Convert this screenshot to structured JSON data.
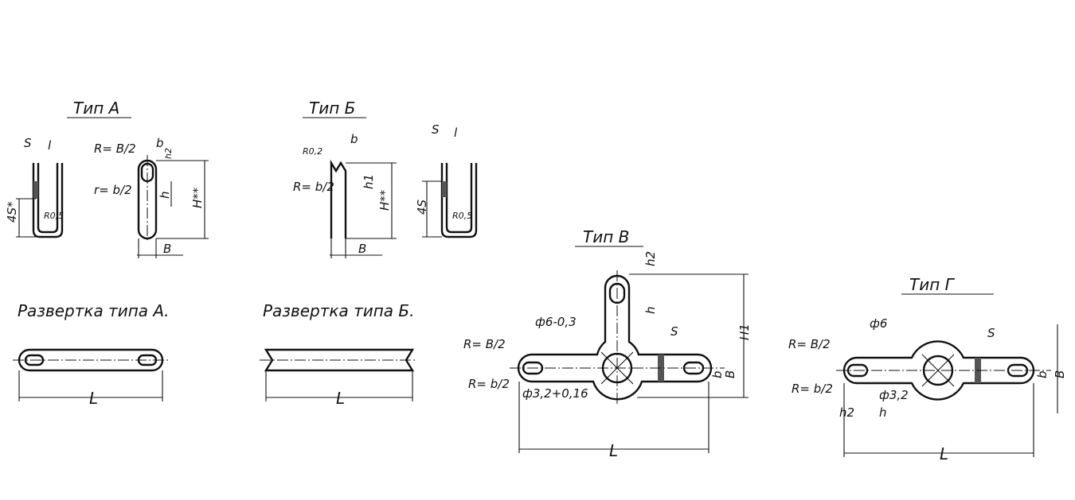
{
  "type_a": {
    "title": "Тип А",
    "s": "S",
    "l": "l",
    "r_big": "R= B/2",
    "b": "b",
    "h2": "h2",
    "r_small": "r= b/2",
    "h": "h",
    "H": "H**",
    "s4": "4S*",
    "r05": "R0,5",
    "B": "B"
  },
  "type_b": {
    "title": "Тип Б",
    "r02": "R0,2",
    "b": "b",
    "r_small": "R= b/2",
    "h1": "h1",
    "H": "H**",
    "B": "B",
    "s": "S",
    "l": "l",
    "s4": "4S",
    "r05": "R0,5"
  },
  "unfold_a": {
    "title": "Развертка типа А.",
    "L": "L"
  },
  "unfold_b": {
    "title": "Развертка типа Б.",
    "L": "L"
  },
  "type_v": {
    "title": "Тип В",
    "h2": "h2",
    "h": "h",
    "H1": "H1",
    "phi6": "ф6-0,3",
    "s": "S",
    "r_big": "R= B/2",
    "r_small": "R= b/2",
    "phi32": "ф3,2+0,16",
    "b": "b",
    "B": "B",
    "L": "L"
  },
  "type_g": {
    "title": "Тип Г",
    "phi6": "ф6",
    "s": "S",
    "r_big": "R= B/2",
    "r_small": "R= b/2",
    "phi32": "ф3,2",
    "b": "b",
    "B": "B",
    "h2": "h2",
    "h": "h",
    "L": "L"
  }
}
